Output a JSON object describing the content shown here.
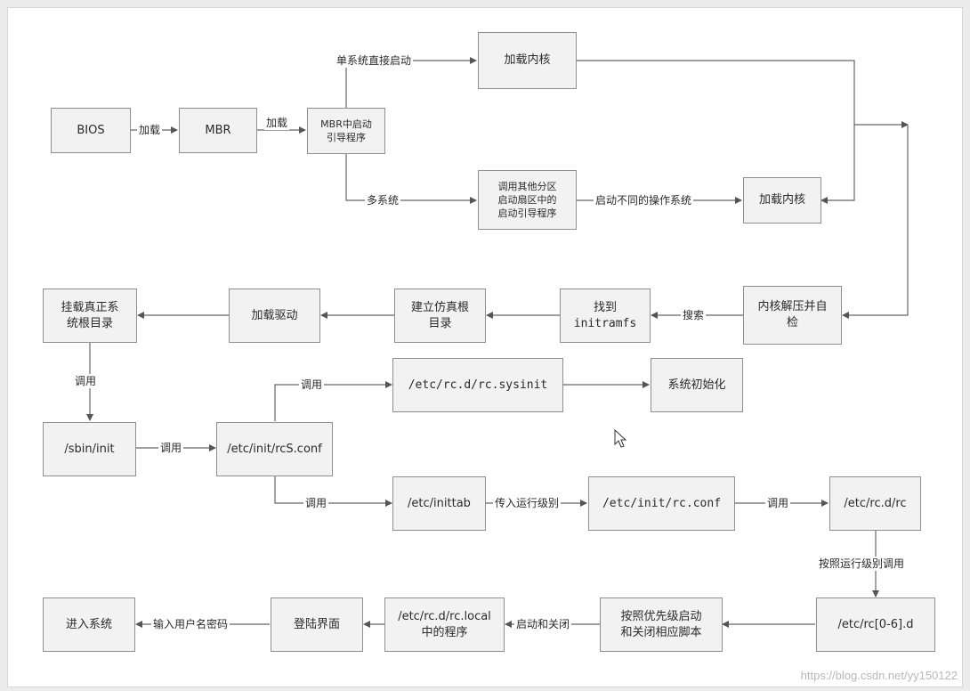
{
  "nodes": {
    "bios": "BIOS",
    "mbr": "MBR",
    "mbr_boot": "MBR中启动\n引导程序",
    "load_kernel_top": "加载内核",
    "other_partition": "调用其他分区\n启动扇区中的\n启动引导程序",
    "load_kernel_right": "加载内核",
    "kernel_decompress": "内核解压并自\n检",
    "find_initramfs": "找到\ninitramfs",
    "fake_root": "建立仿真根\n目录",
    "load_driver": "加载驱动",
    "mount_root": "挂载真正系\n统根目录",
    "sbin_init": "/sbin/init",
    "rcs_conf": "/etc/init/rcS.conf",
    "rc_sysinit": "/etc/rc.d/rc.sysinit",
    "sys_init": "系统初始化",
    "inittab": "/etc/inittab",
    "init_rc_conf": "/etc/init/rc.conf",
    "etc_rc": "/etc/rc.d/rc",
    "rc_n_d": "/etc/rc[0-6].d",
    "priority_scripts": "按照优先级启动\n和关闭相应脚本",
    "rc_local": "/etc/rc.d/rc.local\n中的程序",
    "login_ui": "登陆界面",
    "enter_system": "进入系统"
  },
  "edges": {
    "bios_mbr": "加载",
    "mbr_boot": "加载",
    "single_system": "单系统直接启动",
    "multi_system": "多系统",
    "boot_other_os": "启动不同的操作系统",
    "search": "搜索",
    "call_1": "调用",
    "call_2": "调用",
    "call_3": "调用",
    "call_4": "调用",
    "pass_runlevel": "传入运行级别",
    "call_5": "调用",
    "call_by_runlevel": "按照运行级别调用",
    "start_stop": "启动和关闭",
    "input_credentials": "输入用户名密码"
  },
  "watermark": "https://blog.csdn.net/yy150122"
}
